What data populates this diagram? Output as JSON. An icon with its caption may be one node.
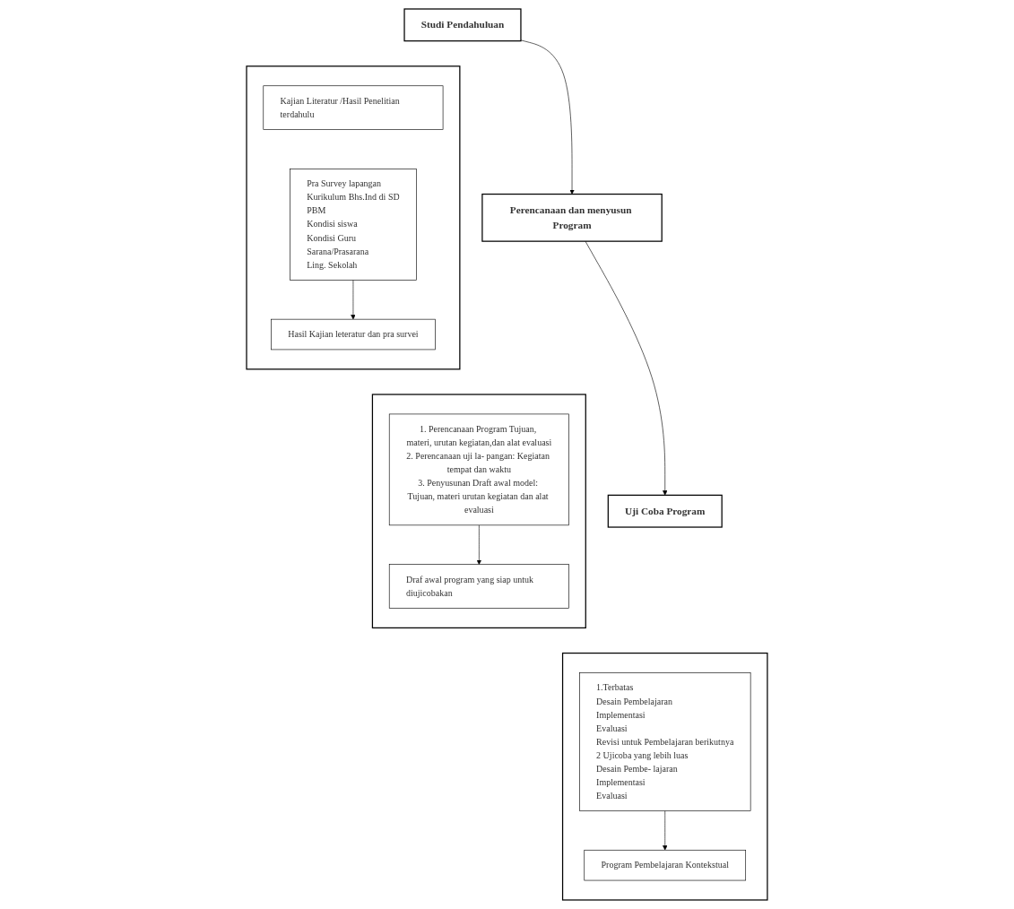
{
  "diagram": {
    "nodes": [
      {
        "text": [
          "Studi Pendahuluan"
        ]
      },
      {
        "text": [
          "Perencanaan dan menyusun Program"
        ]
      },
      {
        "text": [
          "Uji Coba Program"
        ]
      },
      {
        "text": [],
        "shape": "box"
      },
      {
        "text": [
          "Kajian Literatur /Hasil Penelitian terdahulu"
        ],
        "in": 3
      },
      {
        "text": [
          "Pra Survey lapangan",
          "Kurikulum Bhs.Ind di SD",
          "PBM",
          "Kondisi siswa",
          "Kondisi Guru",
          "Sarana/Prasarana",
          "Ling. Sekolah"
        ],
        "in": 3
      },
      {
        "text": [
          "Hasil Kajian leteratur dan pra survei"
        ],
        "in": 3
      },
      {
        "text": [],
        "shape": "box"
      },
      {
        "text": [
          "1. Perencanaan Program Tujuan, materi, urutan kegiatan,dan alat evaluasi",
          "2. Perencanaan uji la- pangan: Kegiatan tempat dan waktu",
          "3. Penyusunan Draft awal model: Tujuan, materi urutan kegiatan dan alat evaluasi"
        ],
        "in": 7
      },
      {
        "text": [
          "Draf awal program yang siap untuk diujicobakan"
        ],
        "in": 7
      },
      {
        "text": [],
        "shape": "box"
      },
      {
        "text": [
          "1.Terbatas",
          "Desain Pembelajaran",
          "Implementasi",
          "Evaluasi",
          "Revisi untuk Pembelajaran berikutnya",
          "2 Ujicoba yang lebih luas",
          "Desain Pembe- lajaran",
          "Implementasi",
          "Evaluasi"
        ],
        "in": 10
      },
      {
        "text": [
          "Program Pembelajaran Kontekstual"
        ],
        "in": 10
      }
    ],
    "edges": [
      {
        "from": 0,
        "to": 1,
        "arrow": "to"
      },
      {
        "from": 1,
        "to": 2,
        "arrow": "to"
      },
      {
        "from": 5,
        "to": 6,
        "arrow": "to"
      },
      {
        "from": 8,
        "to": 9,
        "arrow": "to"
      },
      {
        "from": 11,
        "to": 12,
        "arrow": "to"
      }
    ]
  }
}
